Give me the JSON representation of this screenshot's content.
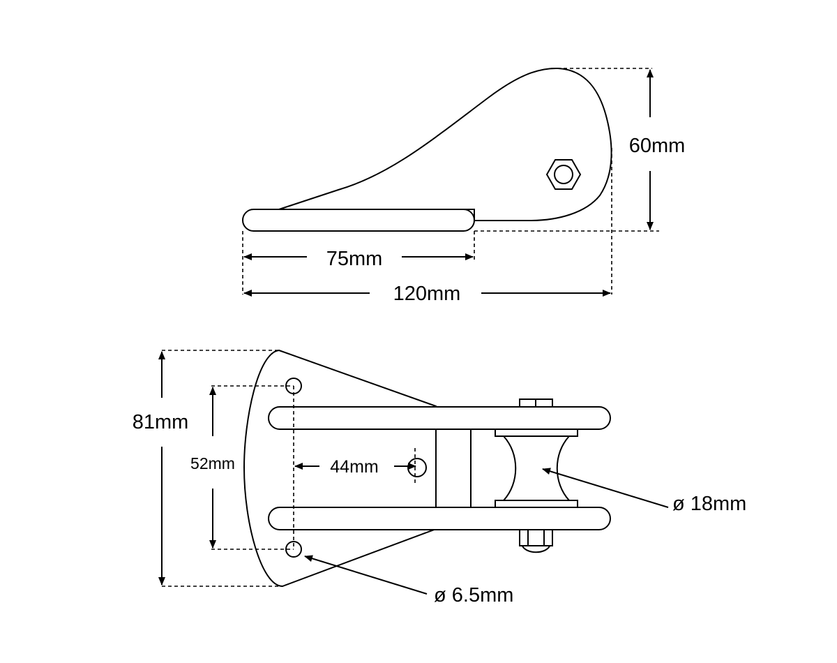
{
  "side_view": {
    "length_slot": "75mm",
    "length_total": "120mm",
    "height": "60mm"
  },
  "top_view": {
    "width_total": "81mm",
    "hole_spacing": "52mm",
    "hole_to_center": "44mm",
    "roller_diameter": "ø 18mm",
    "hole_diameter": "ø 6.5mm"
  },
  "colors": {
    "line": "#000000",
    "background": "#ffffff"
  }
}
